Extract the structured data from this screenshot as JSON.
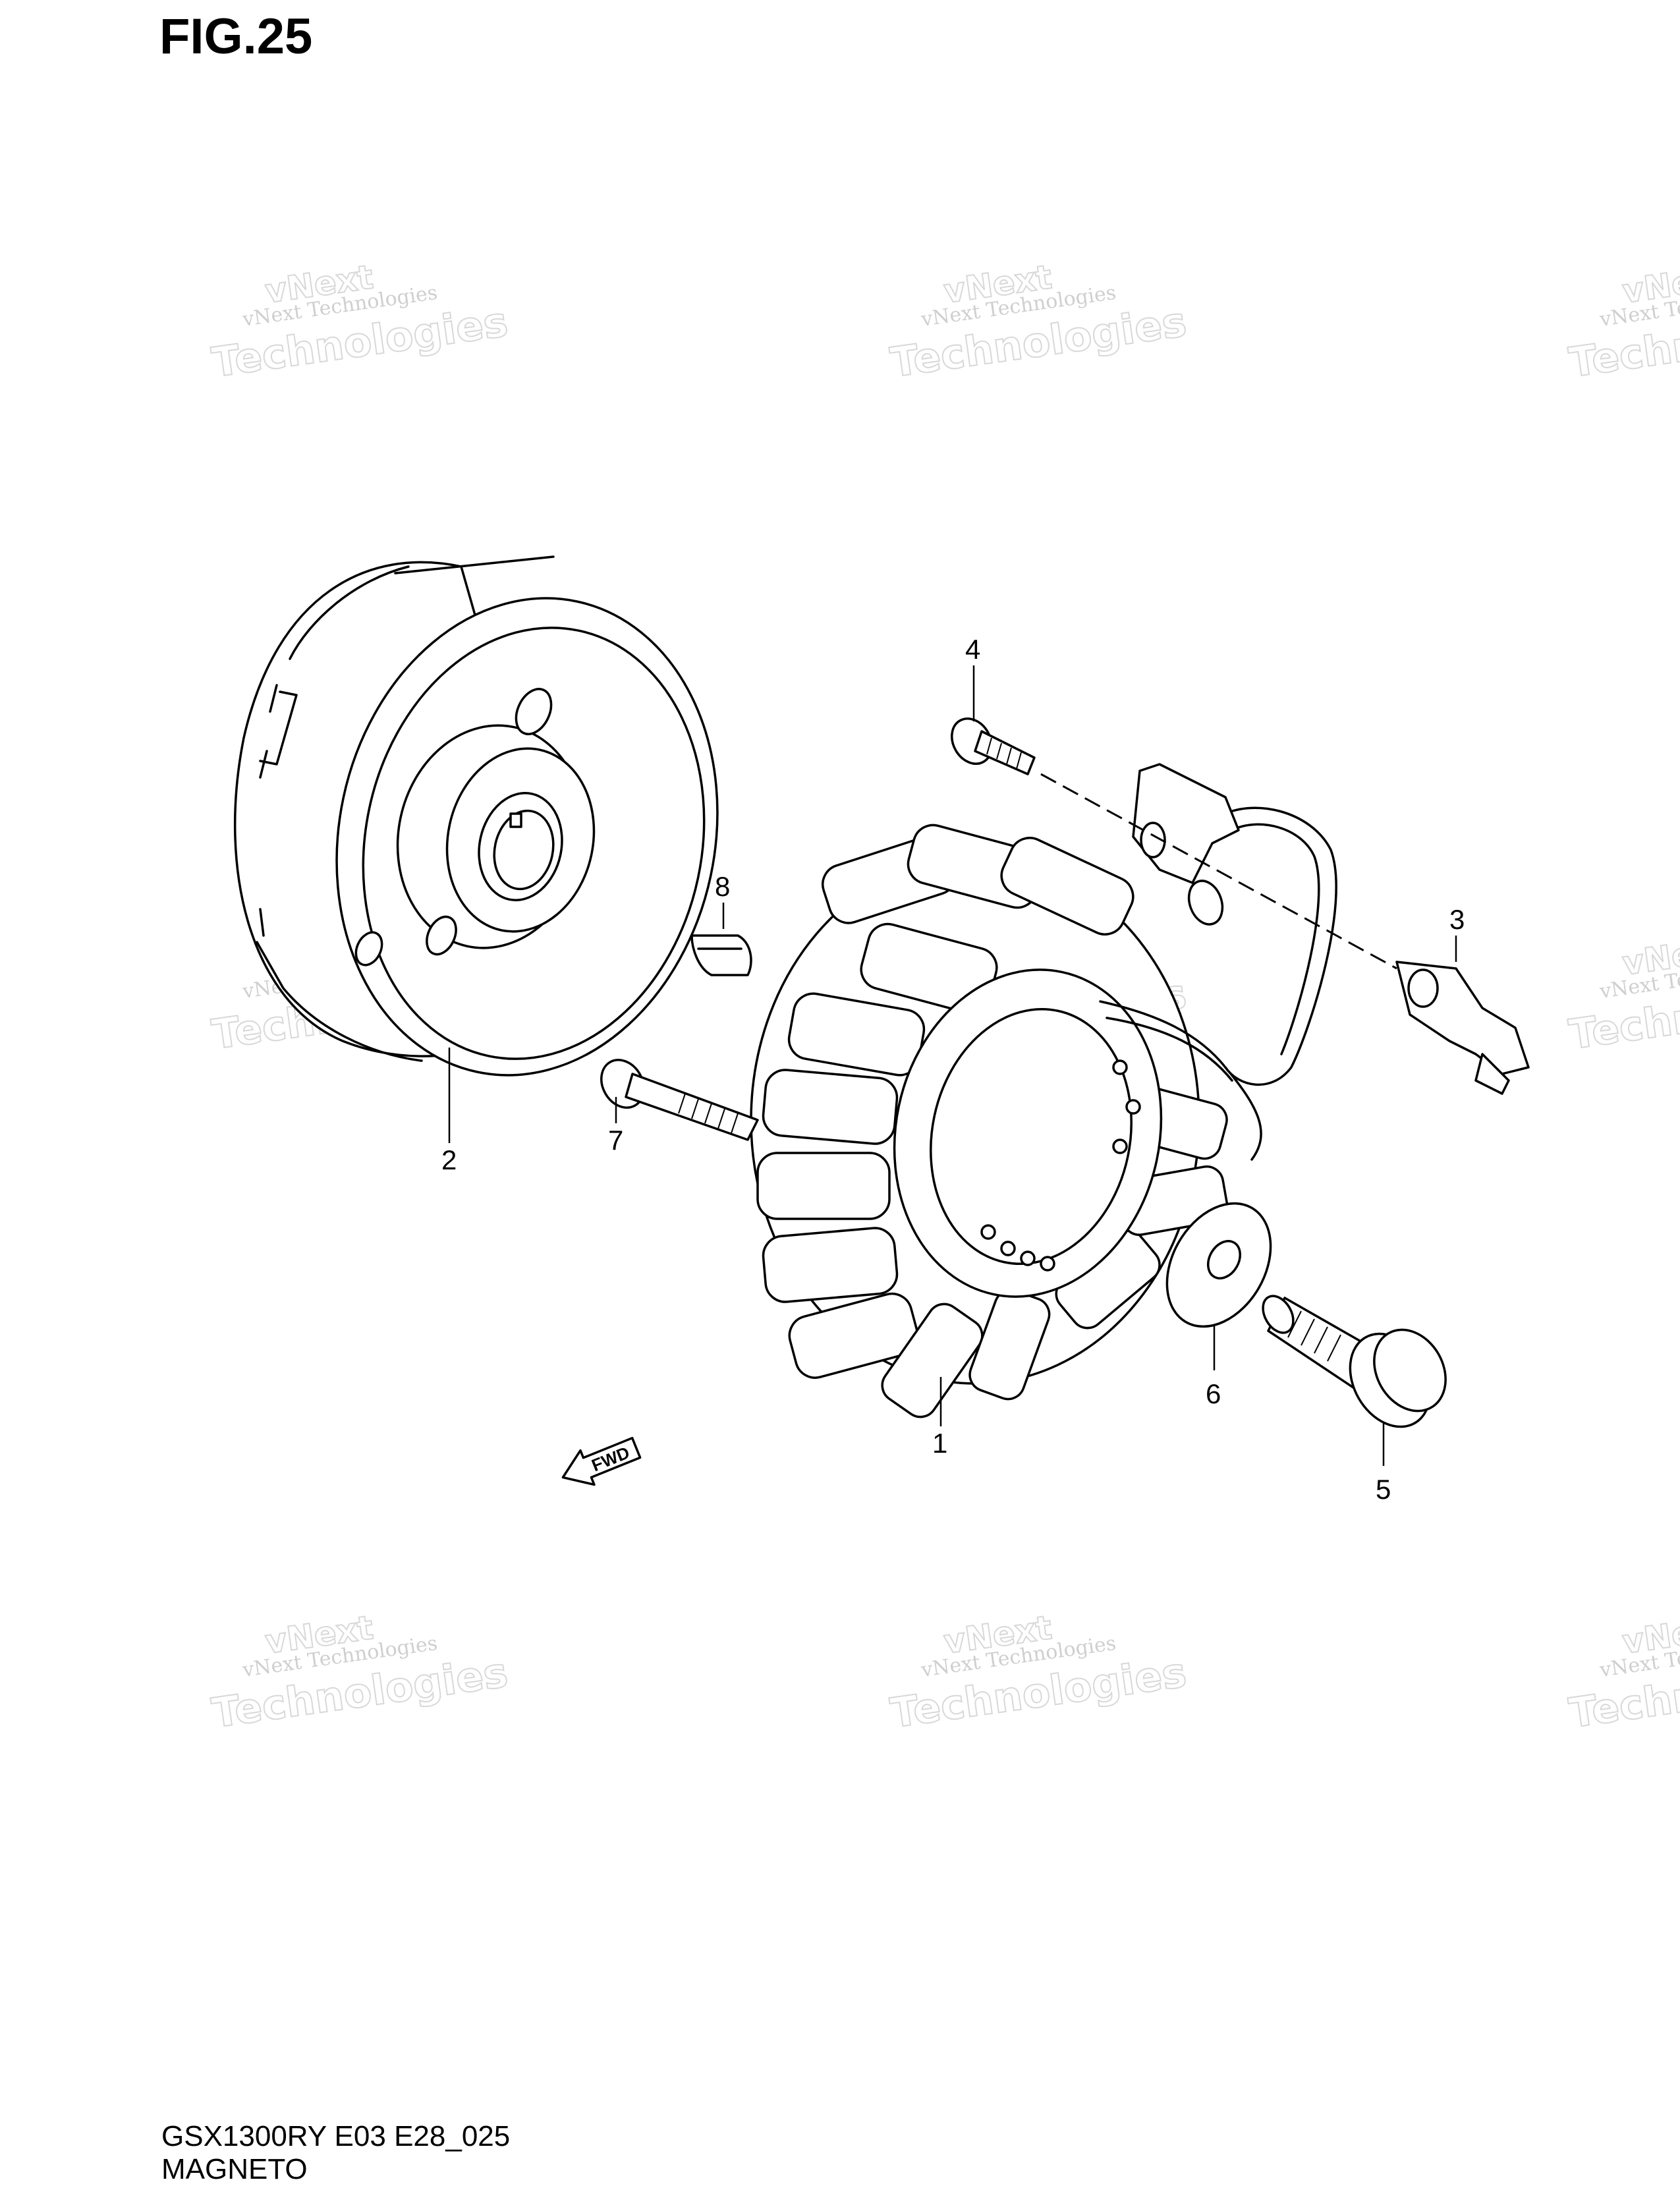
{
  "figure": {
    "title": "FIG.25"
  },
  "footer": {
    "code": "GSX1300RY E03 E28_025",
    "name": "MAGNETO"
  },
  "callouts": [
    "1",
    "2",
    "3",
    "4",
    "5",
    "6",
    "7",
    "8"
  ],
  "direction_badge": "FWD",
  "watermark": {
    "line1": "vNext Technologies",
    "line2": "vNext",
    "line3": "Technologies"
  },
  "colors": {
    "ink": "#000000",
    "watermark": "#cfcfcf",
    "background": "#ffffff"
  }
}
